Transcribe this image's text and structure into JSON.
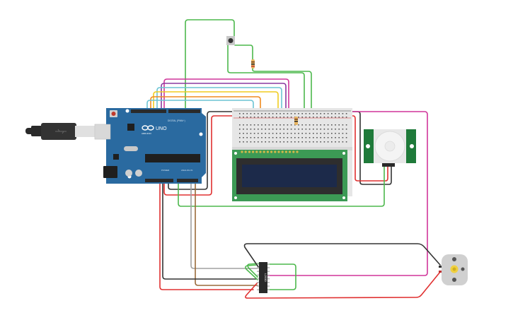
{
  "canvas": {
    "background": "#ffffff"
  },
  "components": {
    "arduino": {
      "name": "Arduino Uno R3",
      "brand_label": "ARDUINO",
      "model_label": "UNO",
      "digital_label": "DIGITAL (PWM~)",
      "power_label": "POWER",
      "analog_label": "ANALOG IN",
      "board_color": "#2a6aa0"
    },
    "usb_cable": {
      "name": "USB cable"
    },
    "breadboard": {
      "name": "Breadboard small"
    },
    "lcd": {
      "name": "LCD 16x2",
      "pcb_color": "#3c9a55",
      "screen_color": "#1c2a4a"
    },
    "pushbutton": {
      "name": "Pushbutton"
    },
    "resistor_top": {
      "name": "Resistor"
    },
    "resistor_bb": {
      "name": "Resistor"
    },
    "pir": {
      "name": "PIR sensor"
    },
    "motor_driver": {
      "name": "H-bridge motor driver",
      "chip_label": "L293D"
    },
    "dc_motor": {
      "name": "DC motor"
    }
  },
  "wire_colors": {
    "green": "#4cb84c",
    "red": "#e03030",
    "black": "#333333",
    "magenta": "#d0359a",
    "purple": "#8a3aa0",
    "cyan": "#6cc4d4",
    "yellow": "#f0cc20",
    "orange": "#f08a20",
    "gray": "#a0a0a0",
    "brown": "#9a6a3a"
  }
}
